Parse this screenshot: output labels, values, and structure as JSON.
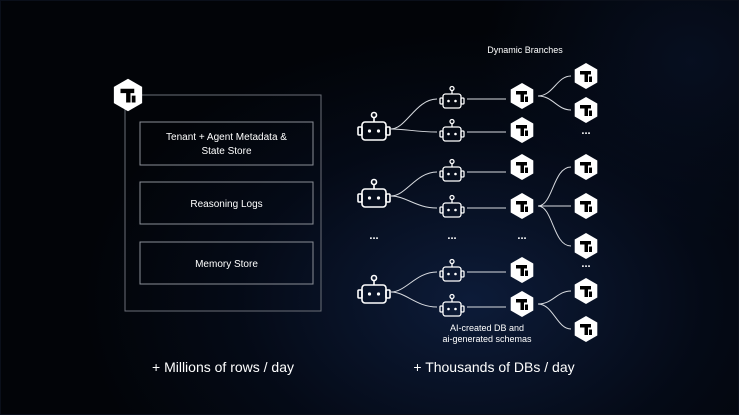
{
  "diagram": {
    "boxes": [
      {
        "lines": [
          "Tenant + Agent Metadata &",
          "State Store"
        ]
      },
      {
        "lines": [
          "Reasoning Logs"
        ]
      },
      {
        "lines": [
          "Memory Store"
        ]
      }
    ],
    "dynamic_branches_label": "Dynamic Branches",
    "ai_created_lines": [
      "AI-created DB and",
      "ai-generated schemas"
    ],
    "ellipsis": "...",
    "footer_left": "+ Millions of rows / day",
    "footer_right": "+ Thousands of DBs / day",
    "icons": {
      "logo": "timescale-logo-icon",
      "agent": "robot-agent-icon",
      "database": "tiger-db-icon"
    },
    "colors": {
      "background": "#020408",
      "glow": "#0e1e3e",
      "stroke": "#ffffff",
      "container_border": "#6b6f78"
    }
  }
}
